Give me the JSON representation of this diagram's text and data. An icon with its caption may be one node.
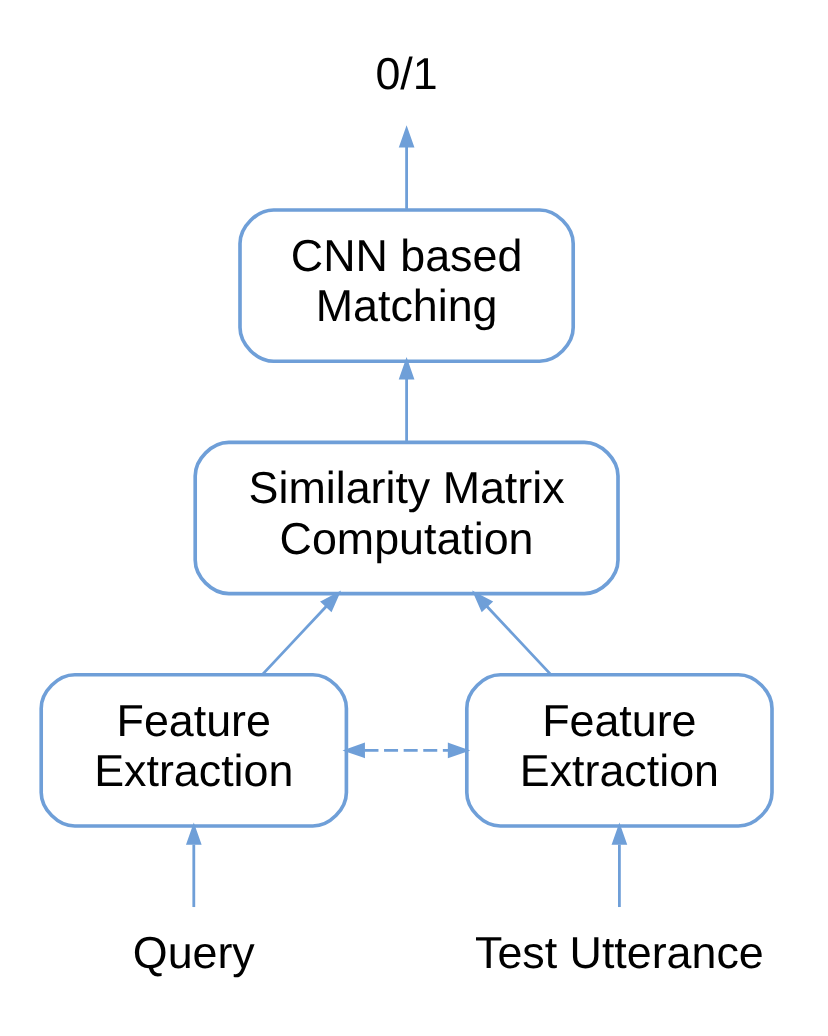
{
  "diagram": {
    "nodes": [
      {
        "text": [
          "0/1"
        ]
      },
      {
        "text": [
          "CNN based Matching"
        ]
      },
      {
        "text": [
          "Similarity Matrix Computation"
        ]
      },
      {
        "text": [
          "Feature Extraction"
        ]
      },
      {
        "text": [
          "Feature Extraction"
        ]
      },
      {
        "text": [
          "Query"
        ]
      },
      {
        "text": [
          "Test Utterance"
        ]
      }
    ],
    "edges": [
      {
        "from": 5,
        "to": 3,
        "arrow": "to"
      },
      {
        "from": 6,
        "to": 4,
        "arrow": "to"
      },
      {
        "from": 3,
        "to": 2,
        "arrow": "to"
      },
      {
        "from": 4,
        "to": 2,
        "arrow": "to"
      },
      {
        "from": 3,
        "to": 4,
        "arrow": "both",
        "style": "dashed"
      },
      {
        "from": 2,
        "to": 1,
        "arrow": "to"
      },
      {
        "from": 1,
        "to": 0,
        "arrow": "to"
      }
    ]
  }
}
